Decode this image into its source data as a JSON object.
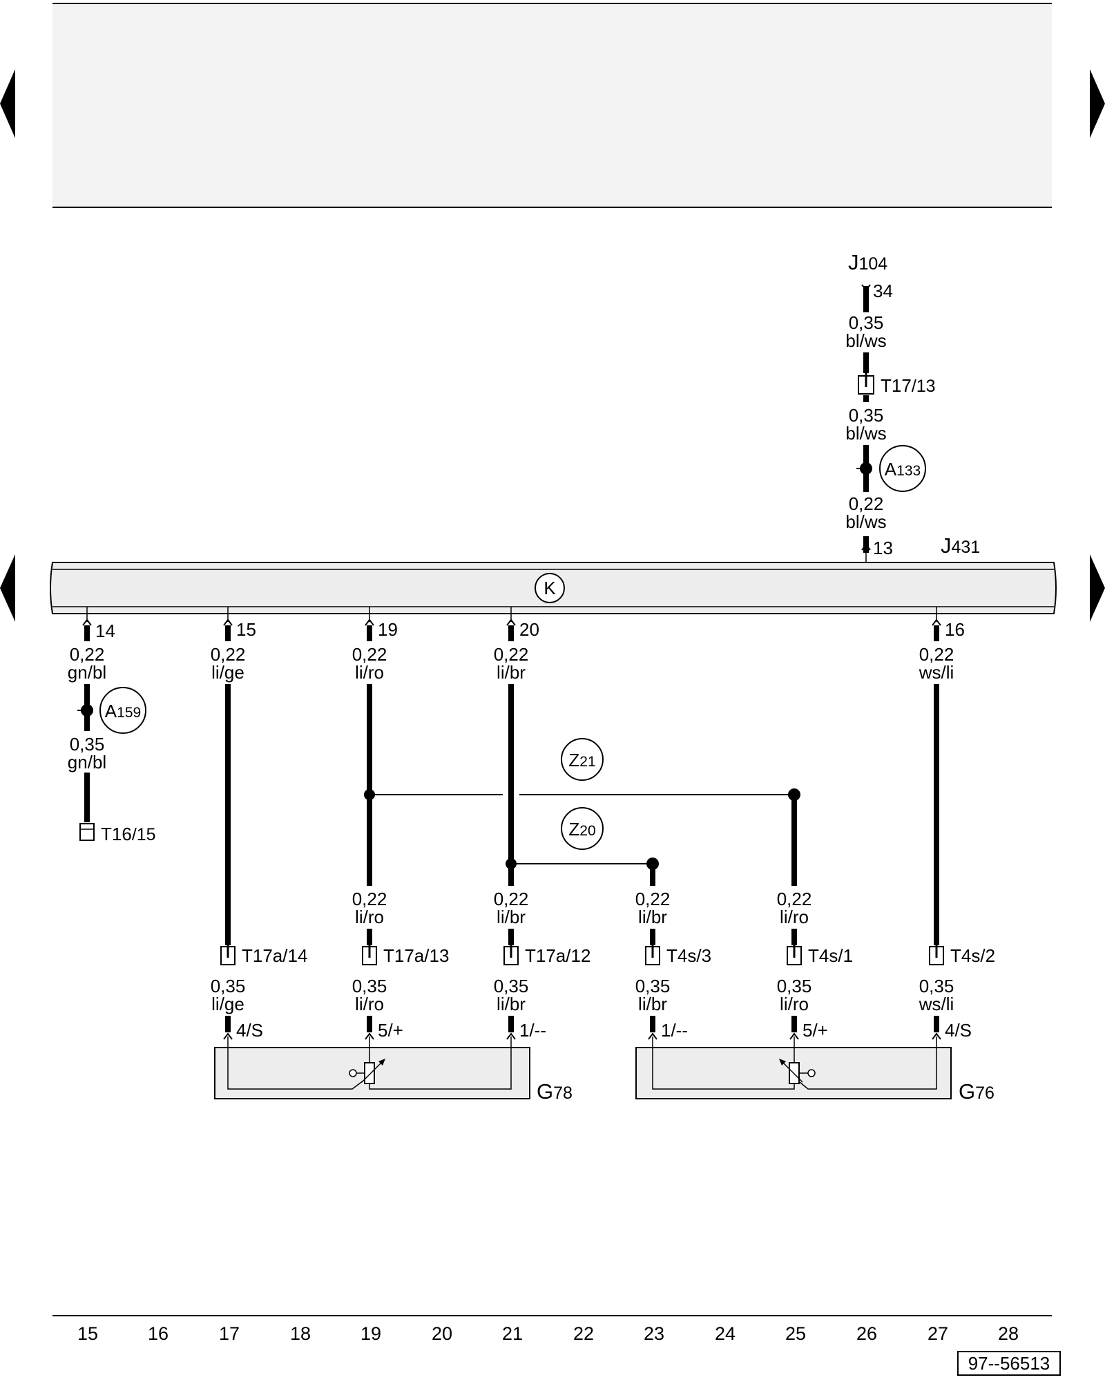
{
  "components": {
    "j104": {
      "main": "J",
      "sub": "104"
    },
    "j431": {
      "main": "J",
      "sub": "431"
    },
    "g78": {
      "main": "G",
      "sub": "78"
    },
    "g76": {
      "main": "G",
      "sub": "76"
    }
  },
  "module_symbol": "K",
  "j104_pin": "34",
  "j431_top_pin": "13",
  "j431_pins": [
    "14",
    "15",
    "19",
    "20",
    "16"
  ],
  "upper_wires": [
    {
      "size": "0,35",
      "color": "bl/ws"
    },
    {
      "size": "0,35",
      "color": "bl/ws"
    },
    {
      "size": "0,22",
      "color": "bl/ws"
    }
  ],
  "upper_connector": {
    "main": "T17",
    "sub": "/13"
  },
  "wires_below_module": [
    {
      "size": "0,22",
      "color": "gn/bl"
    },
    {
      "size": "0,22",
      "color": "li/ge"
    },
    {
      "size": "0,22",
      "color": "li/ro"
    },
    {
      "size": "0,22",
      "color": "li/br"
    },
    {
      "size": "0,22",
      "color": "ws/li"
    }
  ],
  "a159_wire": {
    "size": "0,35",
    "color": "gn/bl"
  },
  "t16_connector": {
    "main": "T16",
    "sub": "/15"
  },
  "junctions": {
    "a133": {
      "main": "A",
      "sub": "133"
    },
    "a159": {
      "main": "A",
      "sub": "159"
    },
    "z21": {
      "main": "Z",
      "sub": "21"
    },
    "z20": {
      "main": "Z",
      "sub": "20"
    }
  },
  "mid_wires": [
    {
      "size": "0,22",
      "color": "li/ro"
    },
    {
      "size": "0,22",
      "color": "li/br"
    },
    {
      "size": "0,22",
      "color": "li/br"
    },
    {
      "size": "0,22",
      "color": "li/ro"
    }
  ],
  "lower_connectors": [
    "T17a/14",
    "T17a/13",
    "T17a/12",
    "T4s/3",
    "T4s/1",
    "T4s/2"
  ],
  "lower_wires": [
    {
      "size": "0,35",
      "color": "li/ge"
    },
    {
      "size": "0,35",
      "color": "li/ro"
    },
    {
      "size": "0,35",
      "color": "li/br"
    },
    {
      "size": "0,35",
      "color": "li/br"
    },
    {
      "size": "0,35",
      "color": "li/ro"
    },
    {
      "size": "0,35",
      "color": "ws/li"
    }
  ],
  "sensor_pins": [
    "4/S",
    "5/+",
    "1/--",
    "1/--",
    "5/+",
    "4/S"
  ],
  "columns": [
    "15",
    "16",
    "17",
    "18",
    "19",
    "20",
    "21",
    "22",
    "23",
    "24",
    "25",
    "26",
    "27",
    "28"
  ],
  "doc_number": "97--56513",
  "colors": {
    "line": "#000000",
    "panel_fill": "#f3f3f3",
    "module_fill": "#ededed",
    "sensor_fill": "#ededed"
  }
}
